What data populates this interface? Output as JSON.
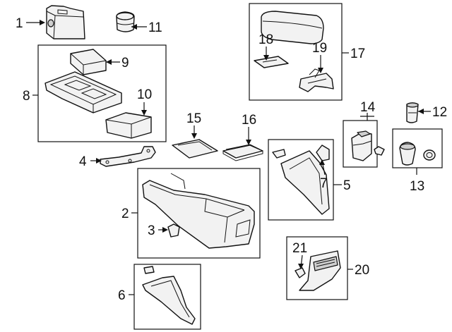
{
  "diagram": {
    "background": "#ffffff",
    "line_color": "#111111",
    "callouts": {
      "c1": "1",
      "c2": "2",
      "c3": "3",
      "c4": "4",
      "c5": "5",
      "c6": "6",
      "c7": "7",
      "c8": "8",
      "c9": "9",
      "c10": "10",
      "c11": "11",
      "c12": "12",
      "c13": "13",
      "c14": "14",
      "c15": "15",
      "c16": "16",
      "c17": "17",
      "c18": "18",
      "c19": "19",
      "c20": "20",
      "c21": "21"
    }
  }
}
